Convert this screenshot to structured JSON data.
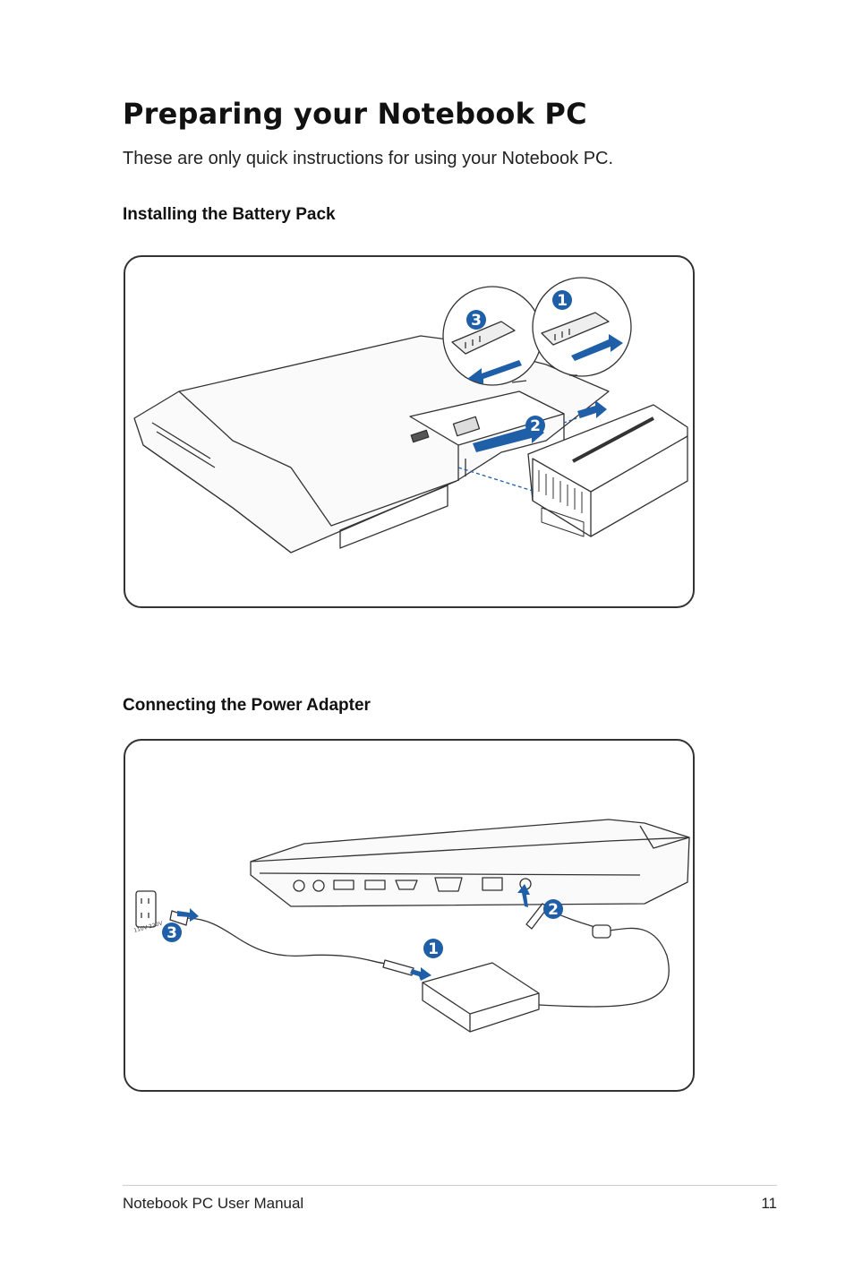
{
  "page": {
    "title": "Preparing your Notebook PC",
    "intro": "These are only quick instructions for using your Notebook PC."
  },
  "sections": {
    "battery": {
      "heading": "Installing the Battery Pack",
      "steps": [
        "1",
        "2",
        "3"
      ]
    },
    "power": {
      "heading": "Connecting the Power Adapter",
      "steps": [
        "1",
        "2",
        "3"
      ],
      "outlet_label": "110V-220V"
    }
  },
  "footer": {
    "manual_name": "Notebook PC User Manual",
    "page_number": "11"
  },
  "colors": {
    "accent_blue": "#1f5fa8",
    "line": "#333333"
  },
  "icons": {
    "step_badge": "circled-number-icon",
    "direction_arrow": "blue-arrow-icon",
    "wall_outlet": "wall-outlet-icon"
  }
}
